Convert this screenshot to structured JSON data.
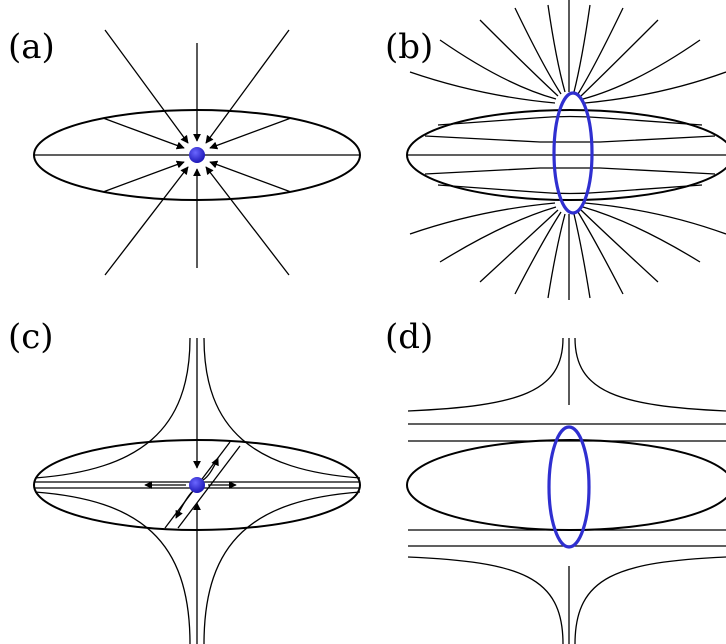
{
  "panels": [
    {
      "id": "a",
      "label": "(a)"
    },
    {
      "id": "b",
      "label": "(b)"
    },
    {
      "id": "c",
      "label": "(c)"
    },
    {
      "id": "d",
      "label": "(d)"
    }
  ],
  "colors": {
    "lines": "#000000",
    "charge": "#3a34d8",
    "loop": "#2f2fd0",
    "background": "#ffffff"
  }
}
